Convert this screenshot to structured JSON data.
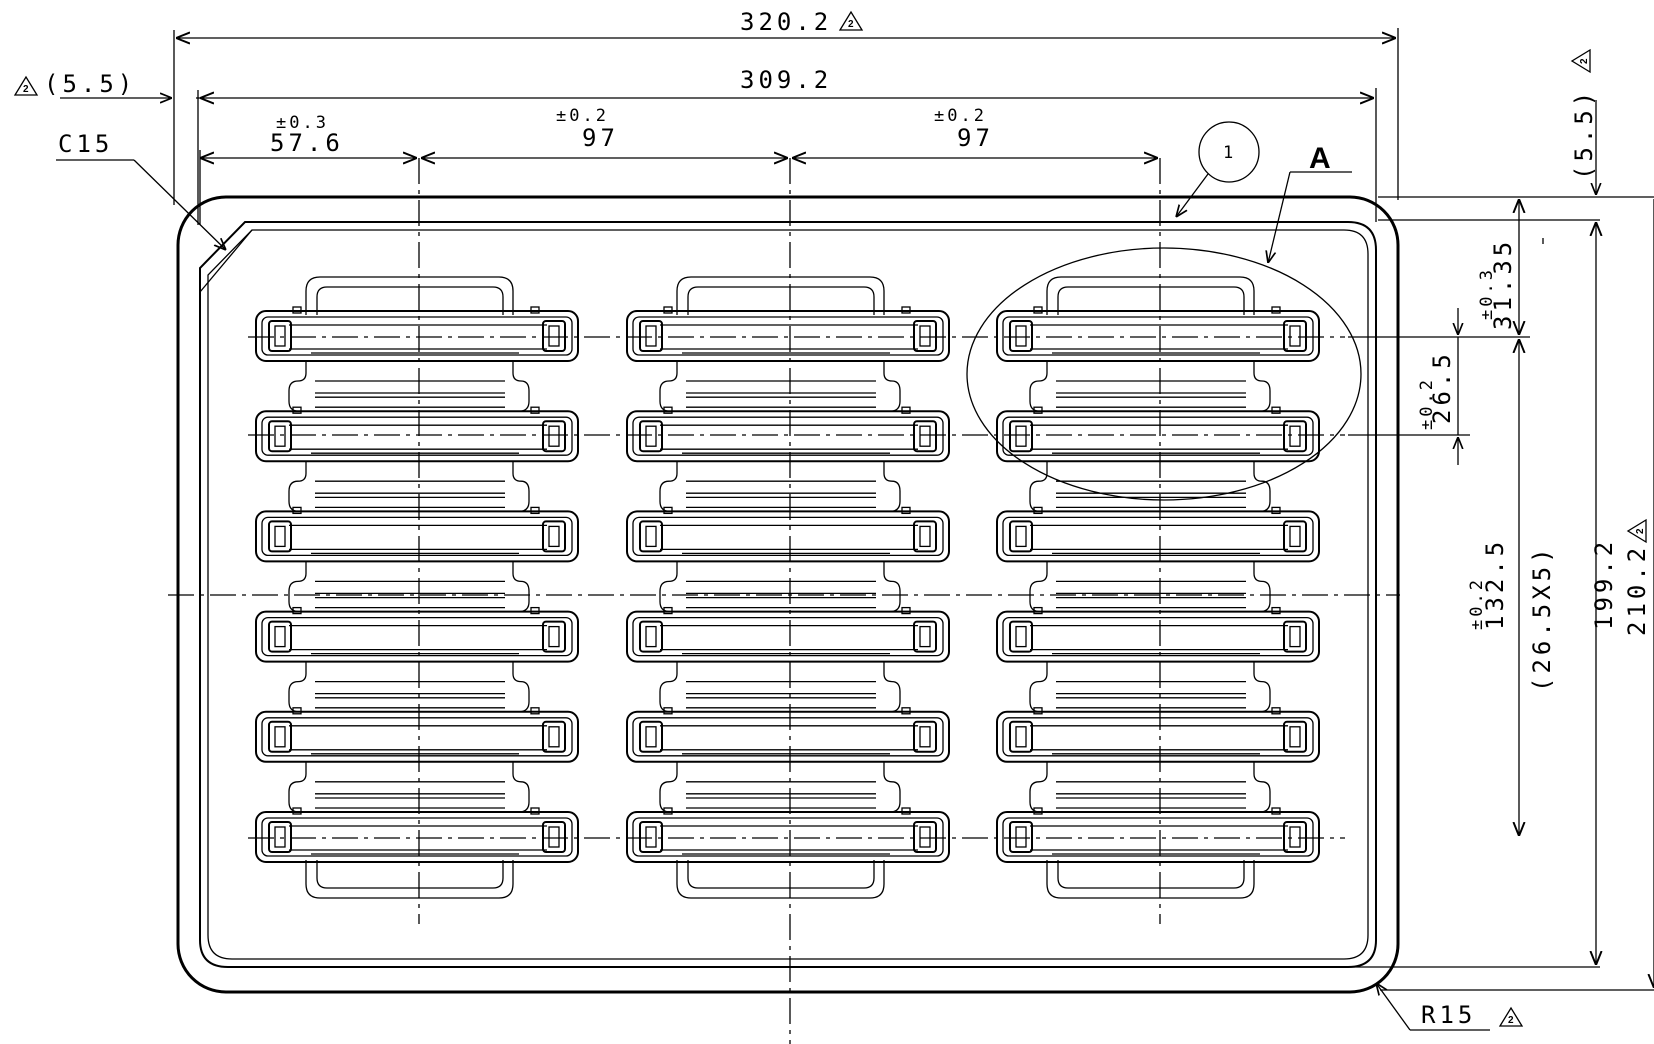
{
  "dimensions": {
    "overall_width": "320.2",
    "inner_width": "309.2",
    "left_offset": "(5.5)",
    "first_pitch": "57.6",
    "first_pitch_tol": "±0.3",
    "pitch_2": "97",
    "pitch_2_tol": "±0.2",
    "pitch_3": "97",
    "pitch_3_tol": "±0.2",
    "chamfer": "C15",
    "top_offset": "(5.5)",
    "top_to_first_row": "31.35",
    "top_to_first_row_tol": "±0.3",
    "row_pitch": "26.5",
    "row_pitch_tol": "±0.2",
    "center_dim": "132.5",
    "center_dim_tol": "±0.2",
    "row_span": "(26.5X5)",
    "inner_height": "199.2",
    "overall_height": "210.2",
    "corner_radius": "R15"
  },
  "callouts": {
    "balloon": "1",
    "detail": "A",
    "revision": "2"
  },
  "layout_grid": {
    "columns": 3,
    "rows": 6
  }
}
